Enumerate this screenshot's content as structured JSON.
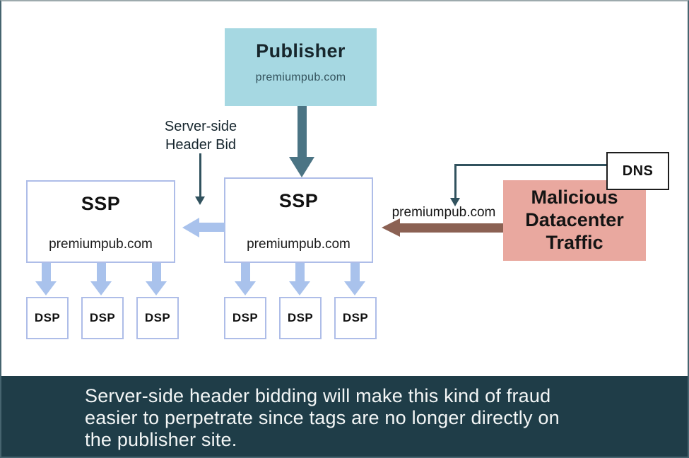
{
  "colors": {
    "publisher_fill": "#a6d8e2",
    "teal_arrow": "#4b7484",
    "thin_arrow": "#31525e",
    "ssp_border": "#aebde8",
    "blue_arrow": "#a9c2ec",
    "brown_arrow": "#8b6153",
    "malicious_fill": "#e9a89f",
    "banner_bg": "#1f3d48",
    "dns_border": "#1d1d1d"
  },
  "publisher": {
    "title": "Publisher",
    "domain": "premiumpub.com"
  },
  "header_bid_label": {
    "line1": "Server-side",
    "line2": "Header Bid"
  },
  "ssp_left": {
    "title": "SSP",
    "domain": "premiumpub.com"
  },
  "ssp_center": {
    "title": "SSP",
    "domain": "premiumpub.com"
  },
  "dns": {
    "label": "DNS"
  },
  "dns_arrow_label": "premiumpub.com",
  "malicious": {
    "label": "Malicious Datacenter Traffic"
  },
  "dsp": {
    "labels": [
      "DSP",
      "DSP",
      "DSP",
      "DSP",
      "DSP",
      "DSP"
    ]
  },
  "caption": {
    "line1": "Server-side header bidding will make this kind of fraud",
    "line2": "easier to perpetrate since tags are no longer directly on",
    "line3": "the publisher site."
  }
}
